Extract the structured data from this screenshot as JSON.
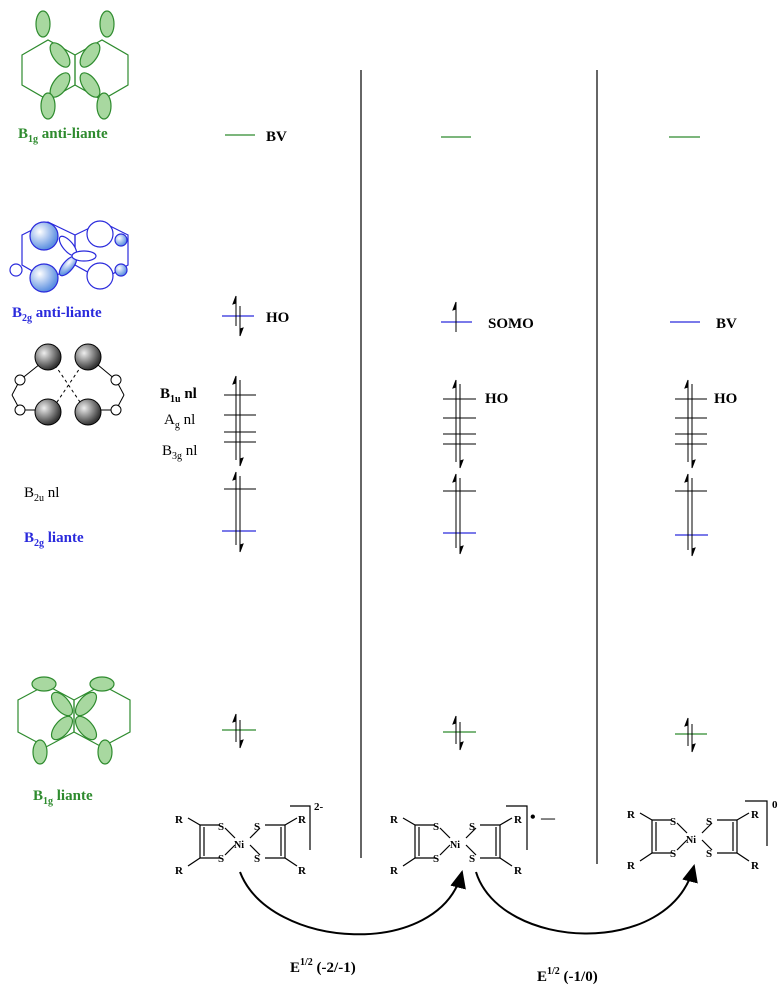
{
  "colors": {
    "green": "#2e8b2e",
    "green_fill": "#a8d8a0",
    "blue": "#2a2adc",
    "blue_fill": "#a9c6ee",
    "black": "#000000",
    "grey_fill": "#777777"
  },
  "left_labels": {
    "b1g_anti": {
      "main": "B",
      "sub": "1g",
      "rest": " anti-liante"
    },
    "b2g_anti": {
      "main": "B",
      "sub": "2g",
      "rest": " anti-liante"
    },
    "b1u_nl": {
      "main": "B",
      "sub": "1u",
      "rest": " nl"
    },
    "ag_nl": {
      "main": "A",
      "sub": "g",
      "rest": " nl"
    },
    "b3g_nl": {
      "main": "B",
      "sub": "3g",
      "rest": " nl"
    },
    "b2u_nl": {
      "main": "B",
      "sub": "2u",
      "rest": " nl"
    },
    "b2g_liante": {
      "main": "B",
      "sub": "2g",
      "rest": " liante"
    },
    "b1g_liante": {
      "main": "B",
      "sub": "1g",
      "rest": " liante"
    }
  },
  "level_labels": {
    "col1_bv": "BV",
    "col1_ho": "HO",
    "col2_somo": "SOMO",
    "col2_ho": "HO",
    "col3_bv": "BV",
    "col3_ho": "HO"
  },
  "molecule": {
    "r": "R",
    "s": "S",
    "ni": "Ni",
    "charges": [
      "2-",
      "•",
      "—",
      "0"
    ]
  },
  "arrows": {
    "first": {
      "main": "E",
      "sup": "1/2",
      "rest": " (-2/-1)"
    },
    "second": {
      "main": "E",
      "sup": "1/2",
      "rest": " (-1/0)"
    }
  }
}
